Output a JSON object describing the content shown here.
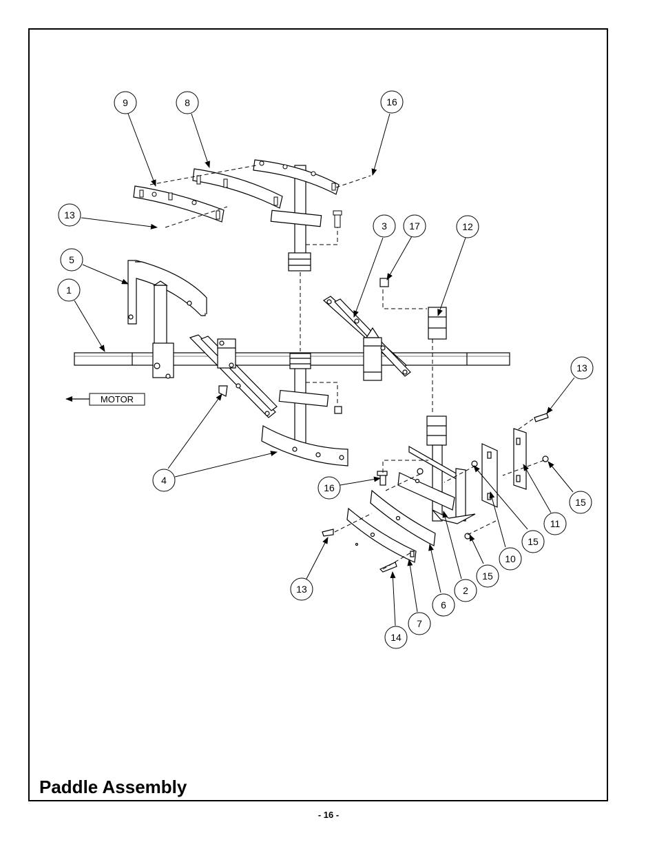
{
  "page": {
    "title": "Paddle Assembly",
    "page_number": "- 16 -"
  },
  "diagram": {
    "motor_label": "MOTOR",
    "callouts": [
      "9",
      "8",
      "16",
      "13",
      "3",
      "17",
      "12",
      "5",
      "1",
      "13",
      "4",
      "16",
      "13",
      "15",
      "11",
      "15",
      "10",
      "15",
      "2",
      "6",
      "7",
      "13",
      "14"
    ]
  }
}
